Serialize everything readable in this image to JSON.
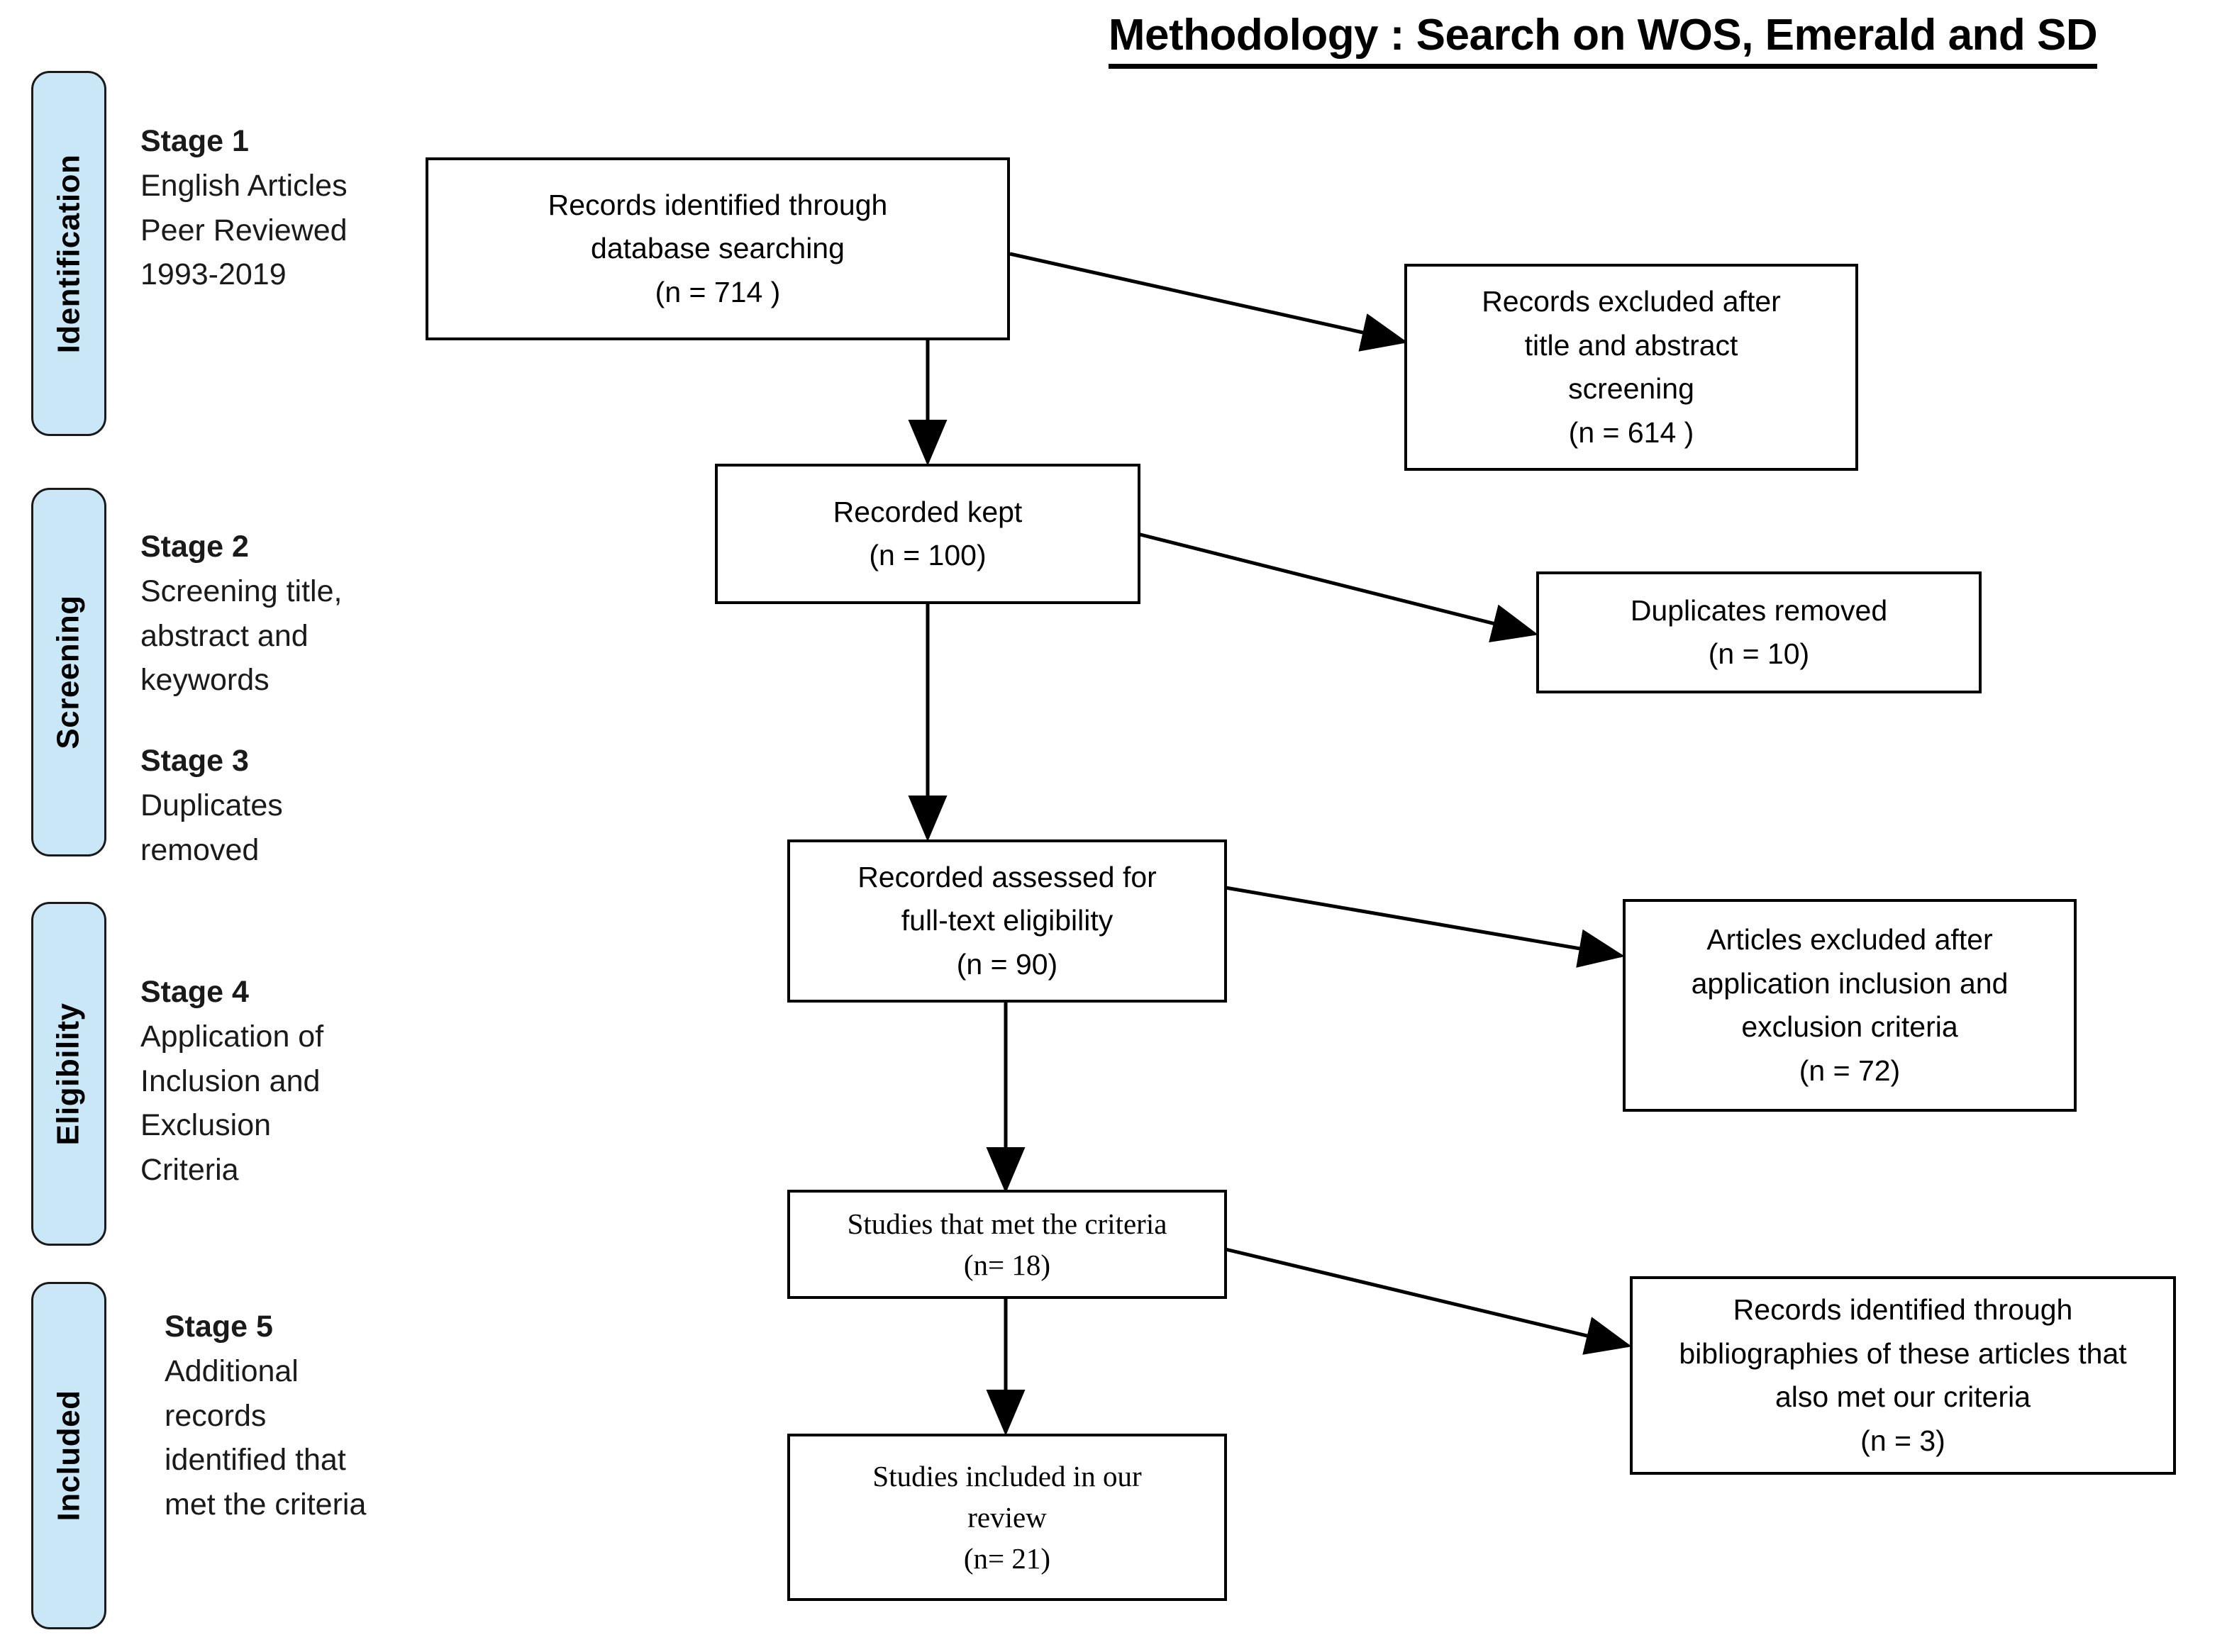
{
  "title": "Methodology : Search on WOS, Emerald and SD",
  "phases": [
    {
      "label": "Identification"
    },
    {
      "label": "Screening"
    },
    {
      "label": "Eligibility"
    },
    {
      "label": "Included"
    }
  ],
  "stages": [
    {
      "head": "Stage 1",
      "body": "English Articles\nPeer Reviewed\n1993-2019"
    },
    {
      "head": "Stage 2",
      "body": "Screening title,\nabstract and\nkeywords"
    },
    {
      "head": "Stage 3",
      "body": "Duplicates\nremoved"
    },
    {
      "head": "Stage 4",
      "body": "Application of\nInclusion and\nExclusion\nCriteria"
    },
    {
      "head": "Stage 5",
      "body": "Additional\nrecords\nidentified that\nmet the criteria"
    }
  ],
  "nodes": {
    "records_identified": "Records identified through\ndatabase searching\n(n = 714 )",
    "records_excluded": "Records excluded after\ntitle and abstract\nscreening\n(n = 614 )",
    "recorded_kept": "Recorded kept\n(n = 100)",
    "duplicates_removed": "Duplicates removed\n(n = 10)",
    "recorded_assessed": "Recorded assessed for\nfull-text eligibility\n(n = 90)",
    "articles_excluded": "Articles excluded after\napplication inclusion and\nexclusion criteria\n(n = 72)",
    "studies_met_criteria": "Studies that met the criteria\n(n= 18)",
    "records_bibliographies": "Records identified through\nbibliographies of these articles that\nalso met our criteria\n(n = 3)",
    "studies_included": "Studies included in our\nreview\n(n= 21)"
  },
  "chart_data": {
    "type": "diagram",
    "diagram_kind": "prisma-flow",
    "title": "Methodology : Search on WOS, Emerald and SD",
    "phases": [
      "Identification",
      "Screening",
      "Eligibility",
      "Included"
    ],
    "counts": {
      "records_identified_database_searching": 714,
      "records_excluded_title_abstract_screening": 614,
      "records_kept": 100,
      "duplicates_removed": 10,
      "records_assessed_full_text_eligibility": 90,
      "articles_excluded_inclusion_exclusion_criteria": 72,
      "studies_that_met_criteria": 18,
      "records_from_bibliographies": 3,
      "studies_included_in_review": 21
    },
    "edges": [
      {
        "from": "records_identified",
        "to": "records_excluded",
        "kind": "diagonal"
      },
      {
        "from": "records_identified",
        "to": "recorded_kept",
        "kind": "vertical"
      },
      {
        "from": "recorded_kept",
        "to": "duplicates_removed",
        "kind": "diagonal"
      },
      {
        "from": "recorded_kept",
        "to": "recorded_assessed",
        "kind": "vertical"
      },
      {
        "from": "recorded_assessed",
        "to": "articles_excluded",
        "kind": "diagonal"
      },
      {
        "from": "recorded_assessed",
        "to": "studies_met_criteria",
        "kind": "vertical"
      },
      {
        "from": "studies_met_criteria",
        "to": "records_bibliographies",
        "kind": "diagonal"
      },
      {
        "from": "studies_met_criteria",
        "to": "studies_included",
        "kind": "vertical"
      }
    ],
    "colors": {
      "phase_tab_fill": "#cae7f8",
      "box_border": "#000000",
      "text": "#000000"
    }
  }
}
